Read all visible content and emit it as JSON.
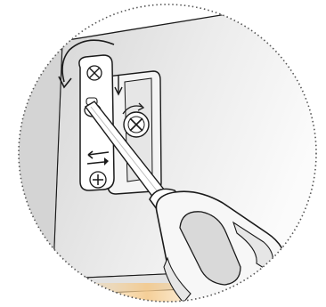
{
  "figure": {
    "subject": "screwdriver-adjusting-hinge-screw",
    "rotation_arrow_direction": "counterclockwise",
    "border_style": "dotted-circle",
    "colors": {
      "line": "#1a1a1a",
      "panel_light": "#f1f1f1",
      "panel_dark": "#cfcfcf",
      "bracket": "#ffffff",
      "handle": "#f7f7f7",
      "grip_shade": "#d8d8d8",
      "floor_glow": "#f6d39a",
      "border": "#555555"
    }
  }
}
